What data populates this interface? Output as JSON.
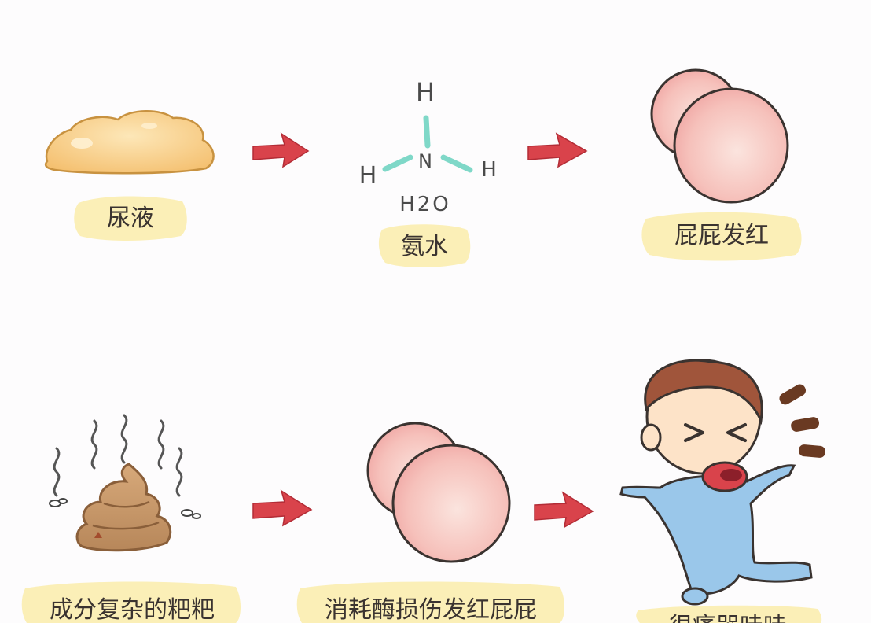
{
  "top_row": {
    "urine_label": "尿液",
    "ammonia_label": "氨水",
    "red_bottom_label": "屁屁发红"
  },
  "bottom_row": {
    "poop_label": "成分复杂的粑粑",
    "damaged_bottom_label": "消耗酶损伤发红屁屁",
    "crying_baby_label": "很痛哭哇哇"
  },
  "ammonia_formula": {
    "center": "N",
    "top_atom": "H",
    "left_atom": "H",
    "right_atom": "H",
    "water": "H2O"
  },
  "colors": {
    "arrow": "#d9434b",
    "label_highlight": "#fbefb7",
    "urine": "#f7c67a",
    "poop": "#c59567",
    "bottom_skin": "#f4b9b3",
    "bond": "#7fd8c8",
    "baby_suit": "#9ac7ea",
    "baby_hair": "#a0553b"
  }
}
